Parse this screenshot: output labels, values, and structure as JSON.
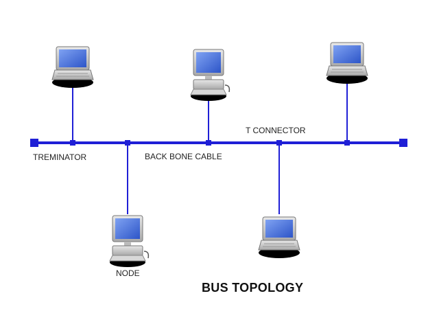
{
  "diagram": {
    "title": "BUS TOPOLOGY",
    "labels": {
      "terminator": "TREMINATOR",
      "backbone": "BACK BONE CABLE",
      "t_connector": "T CONNECTOR",
      "node": "NODE"
    },
    "colors": {
      "cable": "#1f1fd6",
      "screen": "#3a64d8",
      "device_body": "#cfcfcf",
      "shadow": "#000000"
    },
    "devices": [
      {
        "name": "laptop-top-left",
        "kind": "laptop"
      },
      {
        "name": "desktop-top-center",
        "kind": "desktop"
      },
      {
        "name": "laptop-top-right",
        "kind": "laptop"
      },
      {
        "name": "desktop-bottom-left",
        "kind": "desktop"
      },
      {
        "name": "laptop-bottom-right",
        "kind": "laptop"
      }
    ]
  }
}
